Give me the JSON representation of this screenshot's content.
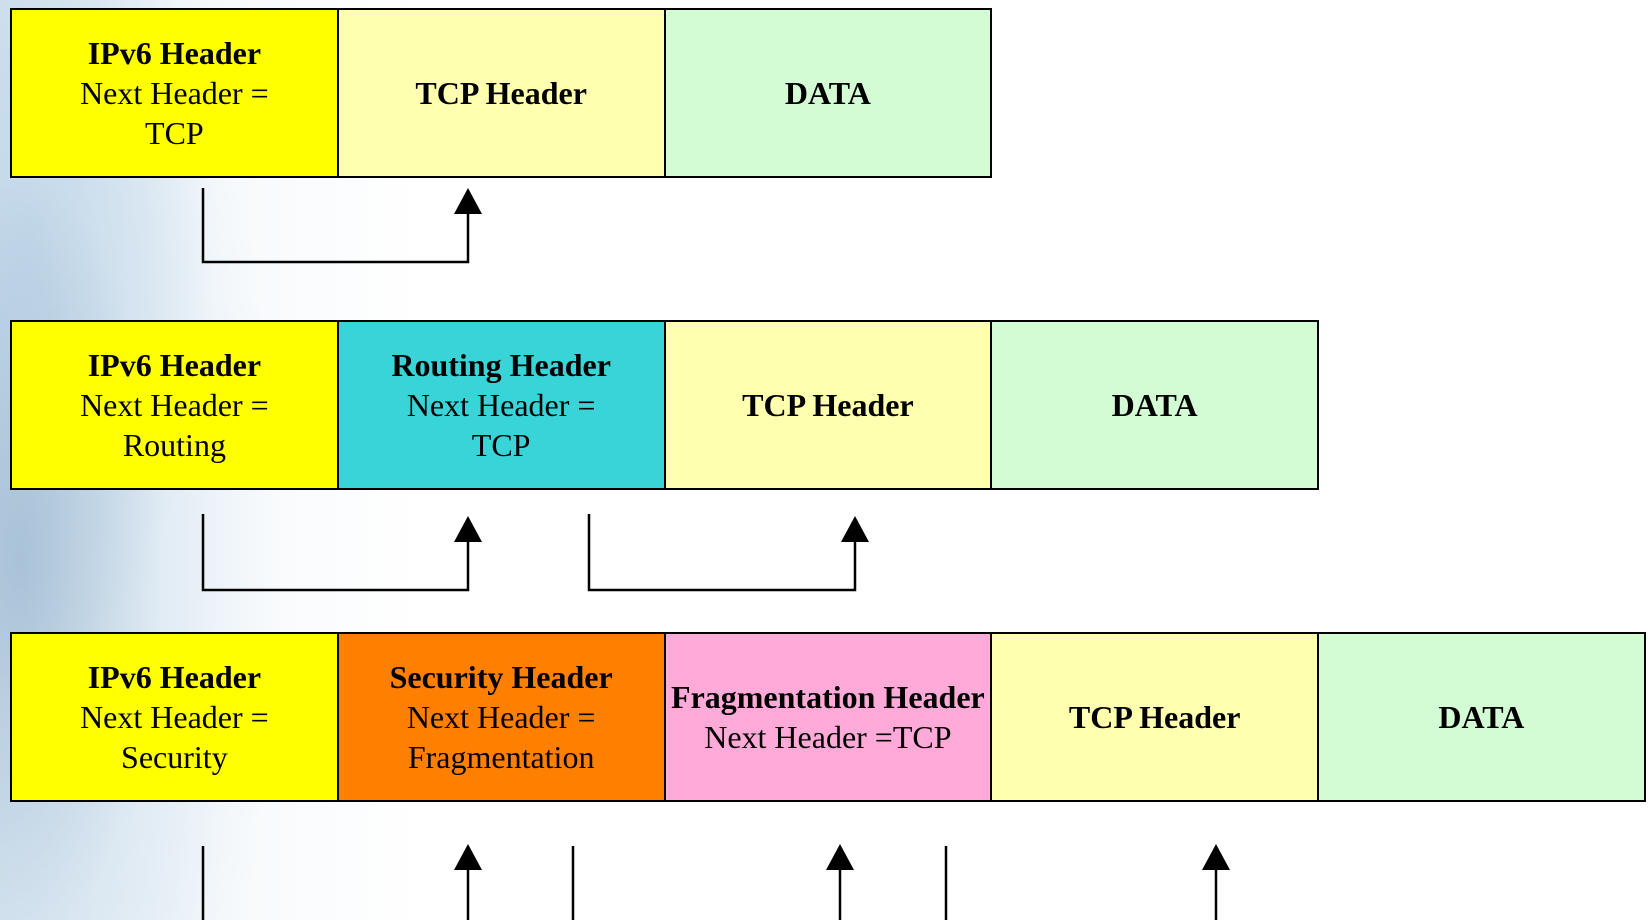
{
  "rows": [
    {
      "cells": [
        {
          "title": "IPv6 Header",
          "lines": [
            "Next Header =",
            "TCP"
          ],
          "color": "#ffff00"
        },
        {
          "title": "TCP Header",
          "lines": [],
          "color": "#ffffb0"
        },
        {
          "title": "DATA",
          "lines": [],
          "color": "#d4fcd4"
        }
      ]
    },
    {
      "cells": [
        {
          "title": "IPv6 Header",
          "lines": [
            "Next Header =",
            "Routing"
          ],
          "color": "#ffff00"
        },
        {
          "title": "Routing Header",
          "lines": [
            "Next Header =",
            "TCP"
          ],
          "color": "#39d4d8"
        },
        {
          "title": "TCP Header",
          "lines": [],
          "color": "#ffffb0"
        },
        {
          "title": "DATA",
          "lines": [],
          "color": "#d4fcd4"
        }
      ]
    },
    {
      "cells": [
        {
          "title": "IPv6 Header",
          "lines": [
            "Next Header =",
            "Security"
          ],
          "color": "#ffff00"
        },
        {
          "title": "Security Header",
          "lines": [
            "Next Header =",
            "Fragmentation"
          ],
          "color": "#ff7f00"
        },
        {
          "title": "Fragmentation Header",
          "lines": [
            "Next Header =TCP"
          ],
          "color": "#ffaad8"
        },
        {
          "title": "TCP Header",
          "lines": [],
          "color": "#ffffb0"
        },
        {
          "title": "DATA",
          "lines": [],
          "color": "#d4fcd4"
        }
      ]
    }
  ]
}
